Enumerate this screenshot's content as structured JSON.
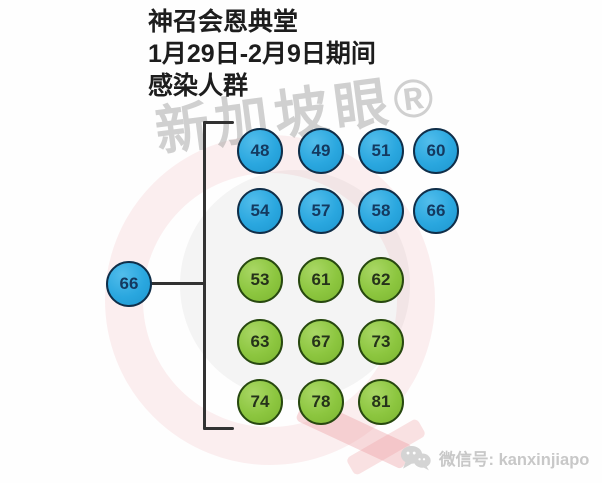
{
  "title": {
    "lines": [
      "神召会恩典堂",
      "1月29日-2月9日期间",
      "感染人群"
    ]
  },
  "brand_watermark": {
    "text": "新加坡眼®"
  },
  "footer": {
    "wechat_label": "微信号: kanxinjiapo"
  },
  "colors": {
    "case_blue_fill": "#2aa7df",
    "case_blue_border": "#0f2e49",
    "case_blue_text": "#14395f",
    "case_green_fill": "#8cc63f",
    "case_green_border": "#27480f",
    "case_green_text": "#25321a",
    "line": "#323232",
    "watermark_pink": "#e06e78",
    "watermark_gray": "#8c8c8c",
    "footer_gray": "#c8c8c8"
  },
  "diagram": {
    "root": {
      "label": "66",
      "color": "blue"
    },
    "rows": [
      {
        "color": "blue",
        "cases": [
          "48",
          "49",
          "51",
          "60"
        ]
      },
      {
        "color": "blue",
        "cases": [
          "54",
          "57",
          "58",
          "66"
        ]
      },
      {
        "color": "green",
        "cases": [
          "53",
          "61",
          "62"
        ]
      },
      {
        "color": "green",
        "cases": [
          "63",
          "67",
          "73"
        ]
      },
      {
        "color": "green",
        "cases": [
          "74",
          "78",
          "81"
        ]
      }
    ]
  }
}
